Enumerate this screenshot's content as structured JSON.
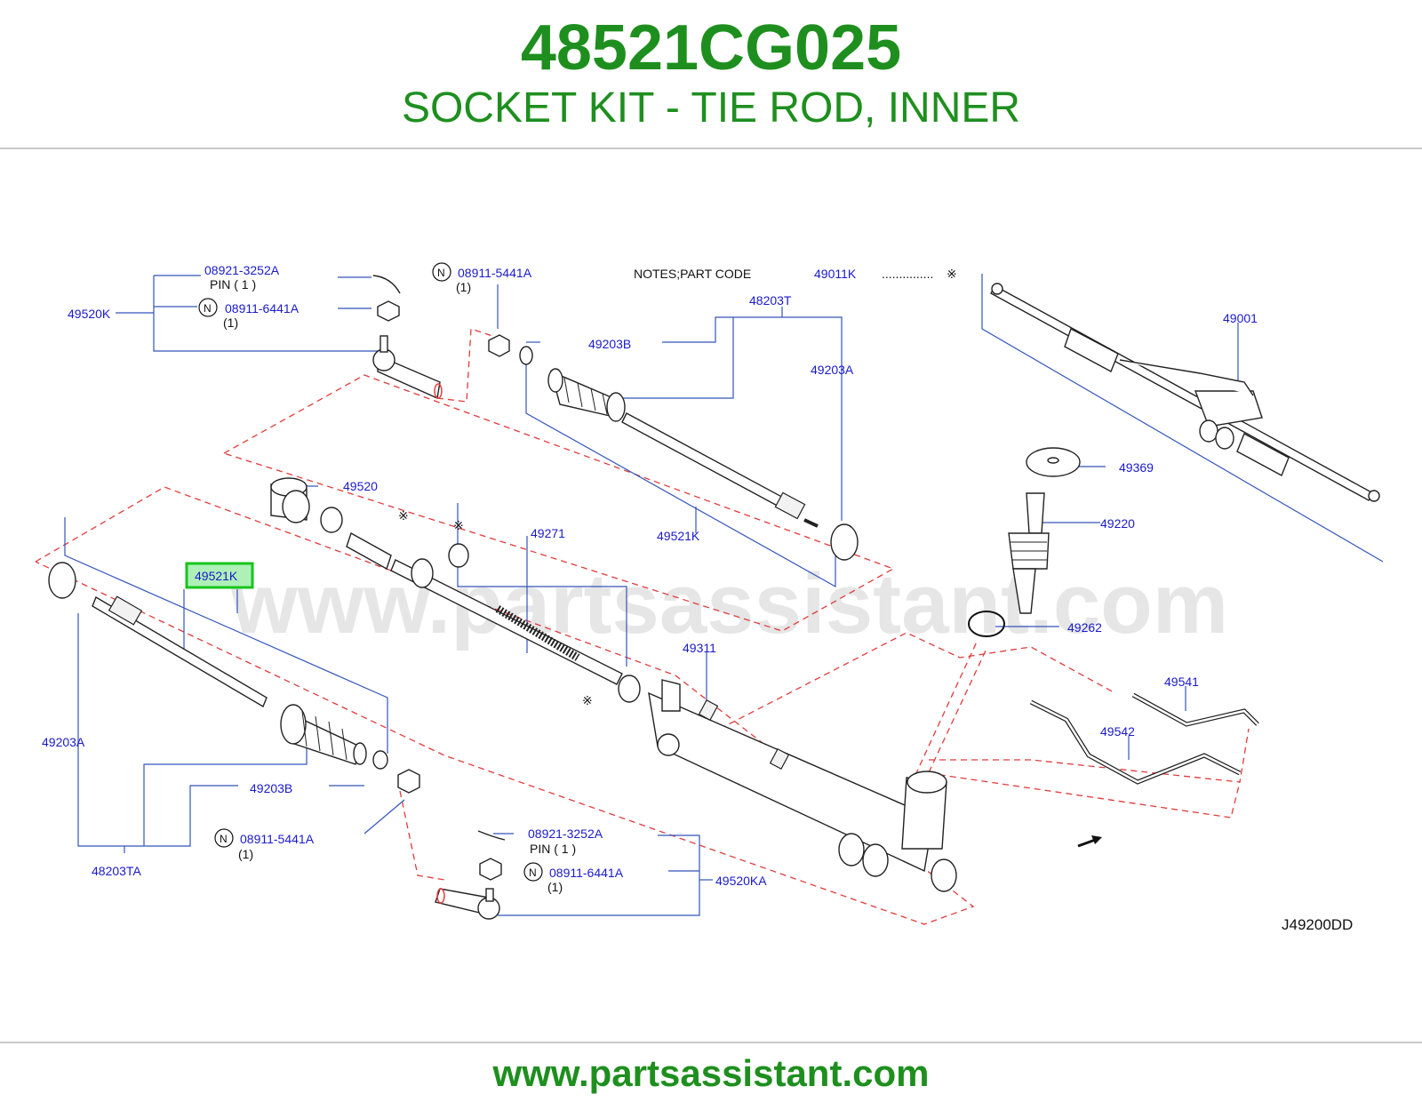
{
  "header": {
    "part_number": "48521CG025",
    "part_name": "SOCKET KIT - TIE ROD, INNER"
  },
  "footer": {
    "url": "www.partsassistant.com"
  },
  "diagram": {
    "code": "J49200DD",
    "watermark": "www.partsassistant.com",
    "notes": {
      "prefix": "NOTES;PART   CODE",
      "code": "49011K",
      "dots": "...............",
      "mark": "※"
    },
    "n_symbol": "N",
    "ref_mark": "※",
    "labels": {
      "p49520K": "49520K",
      "p08921_top": "08921-3252A",
      "pin_top": "PIN  ( 1 )",
      "p08911_6441_top": "08911-6441A",
      "qty_6441_top": "(1)",
      "p08911_5441_top": "08911-5441A",
      "qty_5441_top": "(1)",
      "p48203T": "48203T",
      "p49203B_top": "49203B",
      "p49203A_right": "49203A",
      "p49001": "49001",
      "p49520": "49520",
      "p49271": "49271",
      "p49521K_right": "49521K",
      "p49369": "49369",
      "p49220": "49220",
      "p49521K_highlight": "49521K",
      "p49262": "49262",
      "p49311": "49311",
      "p49541": "49541",
      "p49542": "49542",
      "p49203A_left": "49203A",
      "p49203B_bottom": "49203B",
      "p08911_5441_bottom": "08911-5441A",
      "qty_5441_bottom": "(1)",
      "p48203TA": "48203TA",
      "p08921_bottom": "08921-3252A",
      "pin_bottom": "PIN    ( 1 )",
      "p08911_6441_bottom": "08911-6441A",
      "qty_6441_bottom": "(1)",
      "p49520KA": "49520KA"
    }
  },
  "colors": {
    "title_green": "#1e8f1e",
    "label_blue": "#1a1acc",
    "leader_blue": "#3355bb",
    "dashed_red": "#e23b3b",
    "highlight_green": "#17c51a"
  }
}
